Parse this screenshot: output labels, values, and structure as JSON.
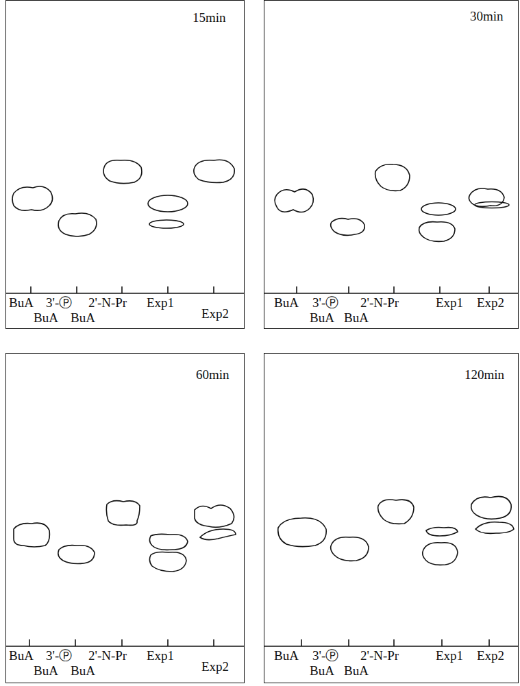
{
  "diagram": {
    "nodes": [
      {
        "text": [
          "15min",
          "BuA",
          "3'-Ⓟ",
          "2'-N-Pr",
          "Exp1",
          "BuA",
          "BuA",
          "Exp2"
        ]
      },
      {
        "text": [
          "30min",
          "BuA",
          "3'-Ⓟ",
          "2'-N-Pr",
          "Exp1",
          "Exp2",
          "BuA",
          "BuA"
        ]
      },
      {
        "text": [
          "60min",
          "BuA",
          "3'-Ⓟ",
          "2'-N-Pr",
          "Exp1",
          "BuA",
          "BuA",
          "Exp2"
        ]
      },
      {
        "text": [
          "120min",
          "BuA",
          "3'-Ⓟ",
          "2'-N-Pr",
          "Exp1",
          "Exp2",
          "BuA",
          "BuA"
        ]
      }
    ]
  }
}
